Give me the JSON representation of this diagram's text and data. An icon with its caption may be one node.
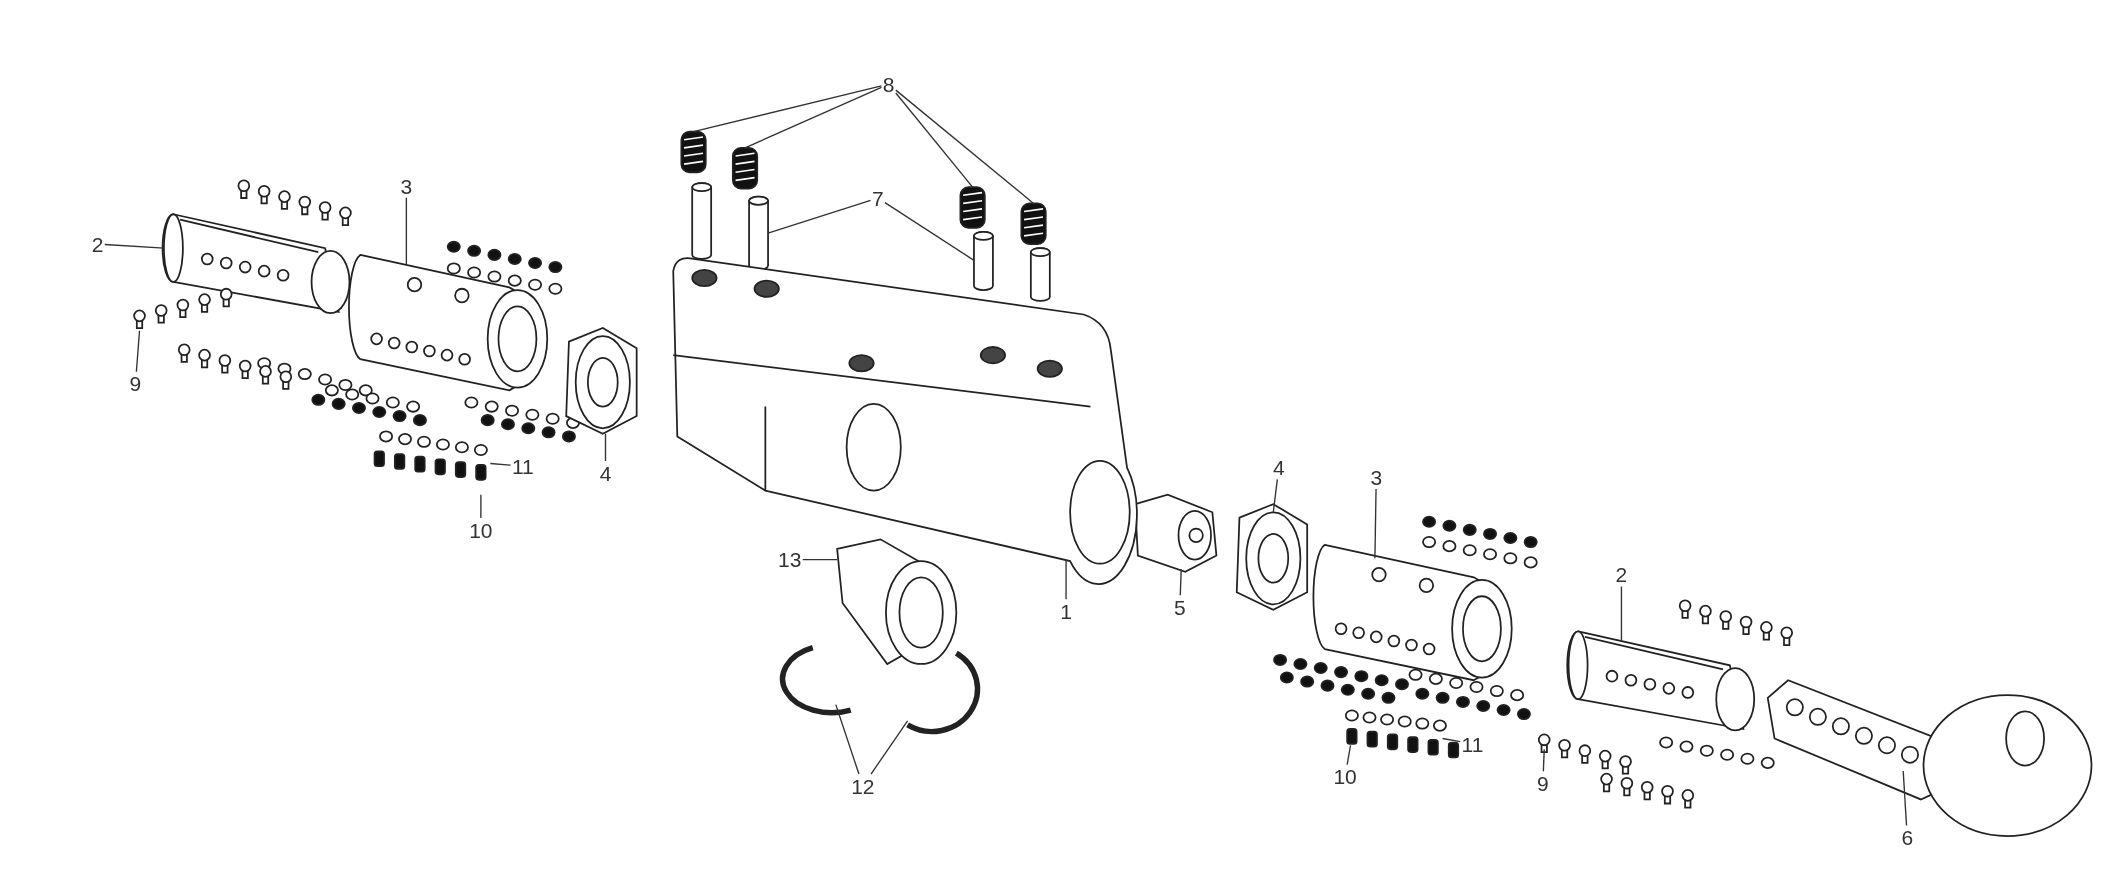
{
  "diagram": {
    "nodes": [
      {
        "text": [
          "8"
        ]
      },
      {
        "text": [
          "7"
        ]
      },
      {
        "text": [
          "3"
        ]
      },
      {
        "text": [
          "2"
        ]
      },
      {
        "text": [
          "9"
        ]
      },
      {
        "text": [
          "11"
        ]
      },
      {
        "text": [
          "4"
        ]
      },
      {
        "text": [
          "4"
        ]
      },
      {
        "text": [
          "3"
        ]
      },
      {
        "text": [
          "10"
        ]
      },
      {
        "text": [
          "13"
        ]
      },
      {
        "text": [
          "2"
        ]
      },
      {
        "text": [
          "5"
        ]
      },
      {
        "text": [
          "1"
        ]
      },
      {
        "text": [
          "11"
        ]
      },
      {
        "text": [
          "10"
        ]
      },
      {
        "text": [
          "9"
        ]
      },
      {
        "text": [
          "12"
        ]
      },
      {
        "text": [
          "6"
        ]
      },
      {
        "text": [],
        "shape": "picture"
      },
      {
        "text": [],
        "shape": "picture"
      },
      {
        "text": [],
        "shape": "picture"
      },
      {
        "text": [],
        "shape": "picture"
      },
      {
        "text": [],
        "shape": "picture"
      },
      {
        "text": [],
        "shape": "picture"
      },
      {
        "text": [],
        "shape": "picture"
      },
      {
        "text": [],
        "shape": "picture"
      },
      {
        "text": [],
        "shape": "picture"
      },
      {
        "text": [],
        "shape": "picture"
      },
      {
        "text": [],
        "shape": "picture"
      },
      {
        "text": [],
        "shape": "picture"
      },
      {
        "text": [],
        "shape": "picture"
      },
      {
        "text": [],
        "shape": "picture"
      },
      {
        "text": [],
        "shape": "picture"
      },
      {
        "text": [],
        "shape": "picture"
      },
      {
        "text": [],
        "shape": "picture"
      },
      {
        "text": [],
        "shape": "picture"
      },
      {
        "text": [],
        "shape": "picture"
      },
      {
        "text": [],
        "shape": "picture"
      },
      {
        "text": [],
        "shape": "picture"
      },
      {
        "text": [],
        "shape": "picture"
      },
      {
        "text": [],
        "shape": "picture"
      },
      {
        "text": [],
        "shape": "picture"
      }
    ],
    "edges": [
      {
        "from": 0,
        "to": 19,
        "arrow": "none"
      },
      {
        "from": 0,
        "to": 20,
        "arrow": "none"
      },
      {
        "from": 0,
        "to": 21,
        "arrow": "none"
      },
      {
        "from": 0,
        "to": 22,
        "arrow": "none"
      },
      {
        "from": 1,
        "to": 23,
        "arrow": "none"
      },
      {
        "from": 1,
        "to": 24,
        "arrow": "none"
      },
      {
        "from": 2,
        "to": 25,
        "arrow": "none"
      },
      {
        "from": 3,
        "to": 26,
        "arrow": "none"
      },
      {
        "from": 4,
        "to": 27,
        "arrow": "none"
      },
      {
        "from": 5,
        "to": 28,
        "arrow": "none"
      },
      {
        "from": 6,
        "to": 29,
        "arrow": "none"
      },
      {
        "from": 7,
        "to": 30,
        "arrow": "none"
      },
      {
        "from": 8,
        "to": 31,
        "arrow": "none"
      },
      {
        "from": 9,
        "to": 32,
        "arrow": "none"
      },
      {
        "from": 10,
        "to": 33,
        "arrow": "none"
      },
      {
        "from": 11,
        "to": 34,
        "arrow": "none"
      },
      {
        "from": 12,
        "to": 35,
        "arrow": "none"
      },
      {
        "from": 13,
        "to": 36,
        "arrow": "none"
      },
      {
        "from": 14,
        "to": 37,
        "arrow": "none"
      },
      {
        "from": 15,
        "to": 38,
        "arrow": "none"
      },
      {
        "from": 16,
        "to": 39,
        "arrow": "none"
      },
      {
        "from": 17,
        "to": 40,
        "arrow": "none"
      },
      {
        "from": 17,
        "to": 41,
        "arrow": "none"
      },
      {
        "from": 18,
        "to": 42,
        "arrow": "none"
      }
    ]
  }
}
